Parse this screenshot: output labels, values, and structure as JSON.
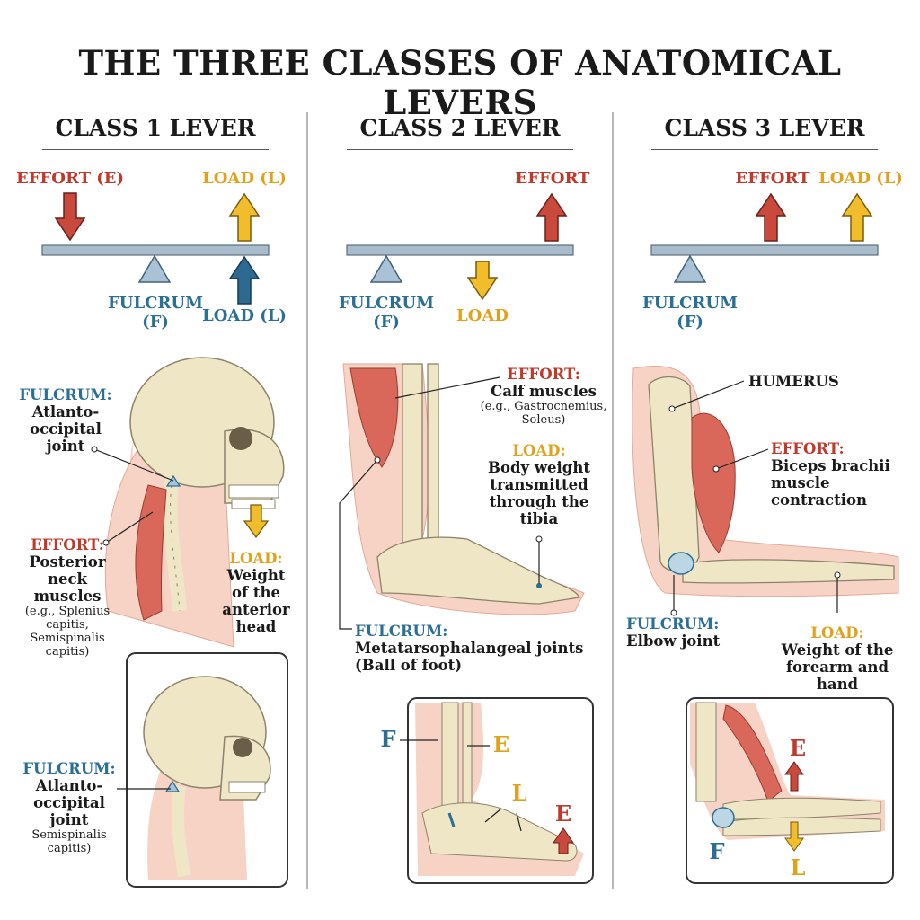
{
  "title": "THE THREE CLASSES OF ANATOMICAL LEVERS",
  "class1": {
    "heading": "CLASS 1 LEVER",
    "effort_label": "EFFORT (E)",
    "load_label_top": "LOAD (L)",
    "fulcrum_label": [
      "FULCRUM",
      "(F)"
    ],
    "load_label_bottom": "LOAD (L)",
    "fulcrum_title": "FULCRUM:",
    "fulcrum_desc": [
      "Atlanto-",
      "occipital",
      "joint"
    ],
    "effort_title": "EFFORT:",
    "effort_desc": [
      "Posterior",
      "neck",
      "muscles"
    ],
    "effort_examples": [
      "(e.g., Splenius",
      "capitis, Semispinalis",
      "capitis)"
    ],
    "load_title": "LOAD:",
    "load_desc": [
      "Weight",
      "of the",
      "anterior",
      "head"
    ],
    "inset": {
      "fulcrum_title": "FULCRUM:",
      "fulcrum_desc": [
        "Atlanto-",
        "occipital",
        "joint"
      ],
      "extra": [
        "Semispinalis",
        "capitis)"
      ]
    }
  },
  "class2": {
    "heading": "CLASS 2 LEVER",
    "effort_label": "EFFORT",
    "fulcrum_label": [
      "FULCRUM",
      "(F)"
    ],
    "load_label": "LOAD",
    "effort_title": "EFFORT:",
    "effort_desc": "Calf muscles",
    "effort_examples": [
      "(e.g., Gastrocnemius,",
      "Soleus)"
    ],
    "load_title": "LOAD:",
    "load_desc": [
      "Body weight",
      "transmitted",
      "through the",
      "tibia"
    ],
    "fulcrum_title": "FULCRUM:",
    "fulcrum_desc": [
      "Metatarsophalangeal joints",
      "(Ball of foot)"
    ],
    "inset": {
      "f": "F",
      "e_top": "E",
      "l": "L",
      "e_bottom": "E"
    }
  },
  "class3": {
    "heading": "CLASS 3 LEVER",
    "effort_label": "EFFORT",
    "load_label": "LOAD (L)",
    "fulcrum_label": [
      "FULCRUM",
      "(F)"
    ],
    "humerus_label": "HUMERUS",
    "effort_title": "EFFORT:",
    "effort_desc": [
      "Biceps brachii",
      "muscle",
      "contraction"
    ],
    "fulcrum_title": "FULCRUM:",
    "fulcrum_desc": "Elbow joint",
    "load_title": "LOAD:",
    "load_desc": [
      "Weight of the",
      "forearm and",
      "hand"
    ],
    "inset": {
      "e": "E",
      "f": "F",
      "l": "L"
    }
  },
  "colors": {
    "effort": "#c0392b",
    "load": "#e0a21c",
    "fulcrum": "#2b6f94",
    "beam": "#a9bccb",
    "bone": "#efe6c6",
    "muscle": "#d9675a",
    "skin": "#f7d3c6"
  }
}
